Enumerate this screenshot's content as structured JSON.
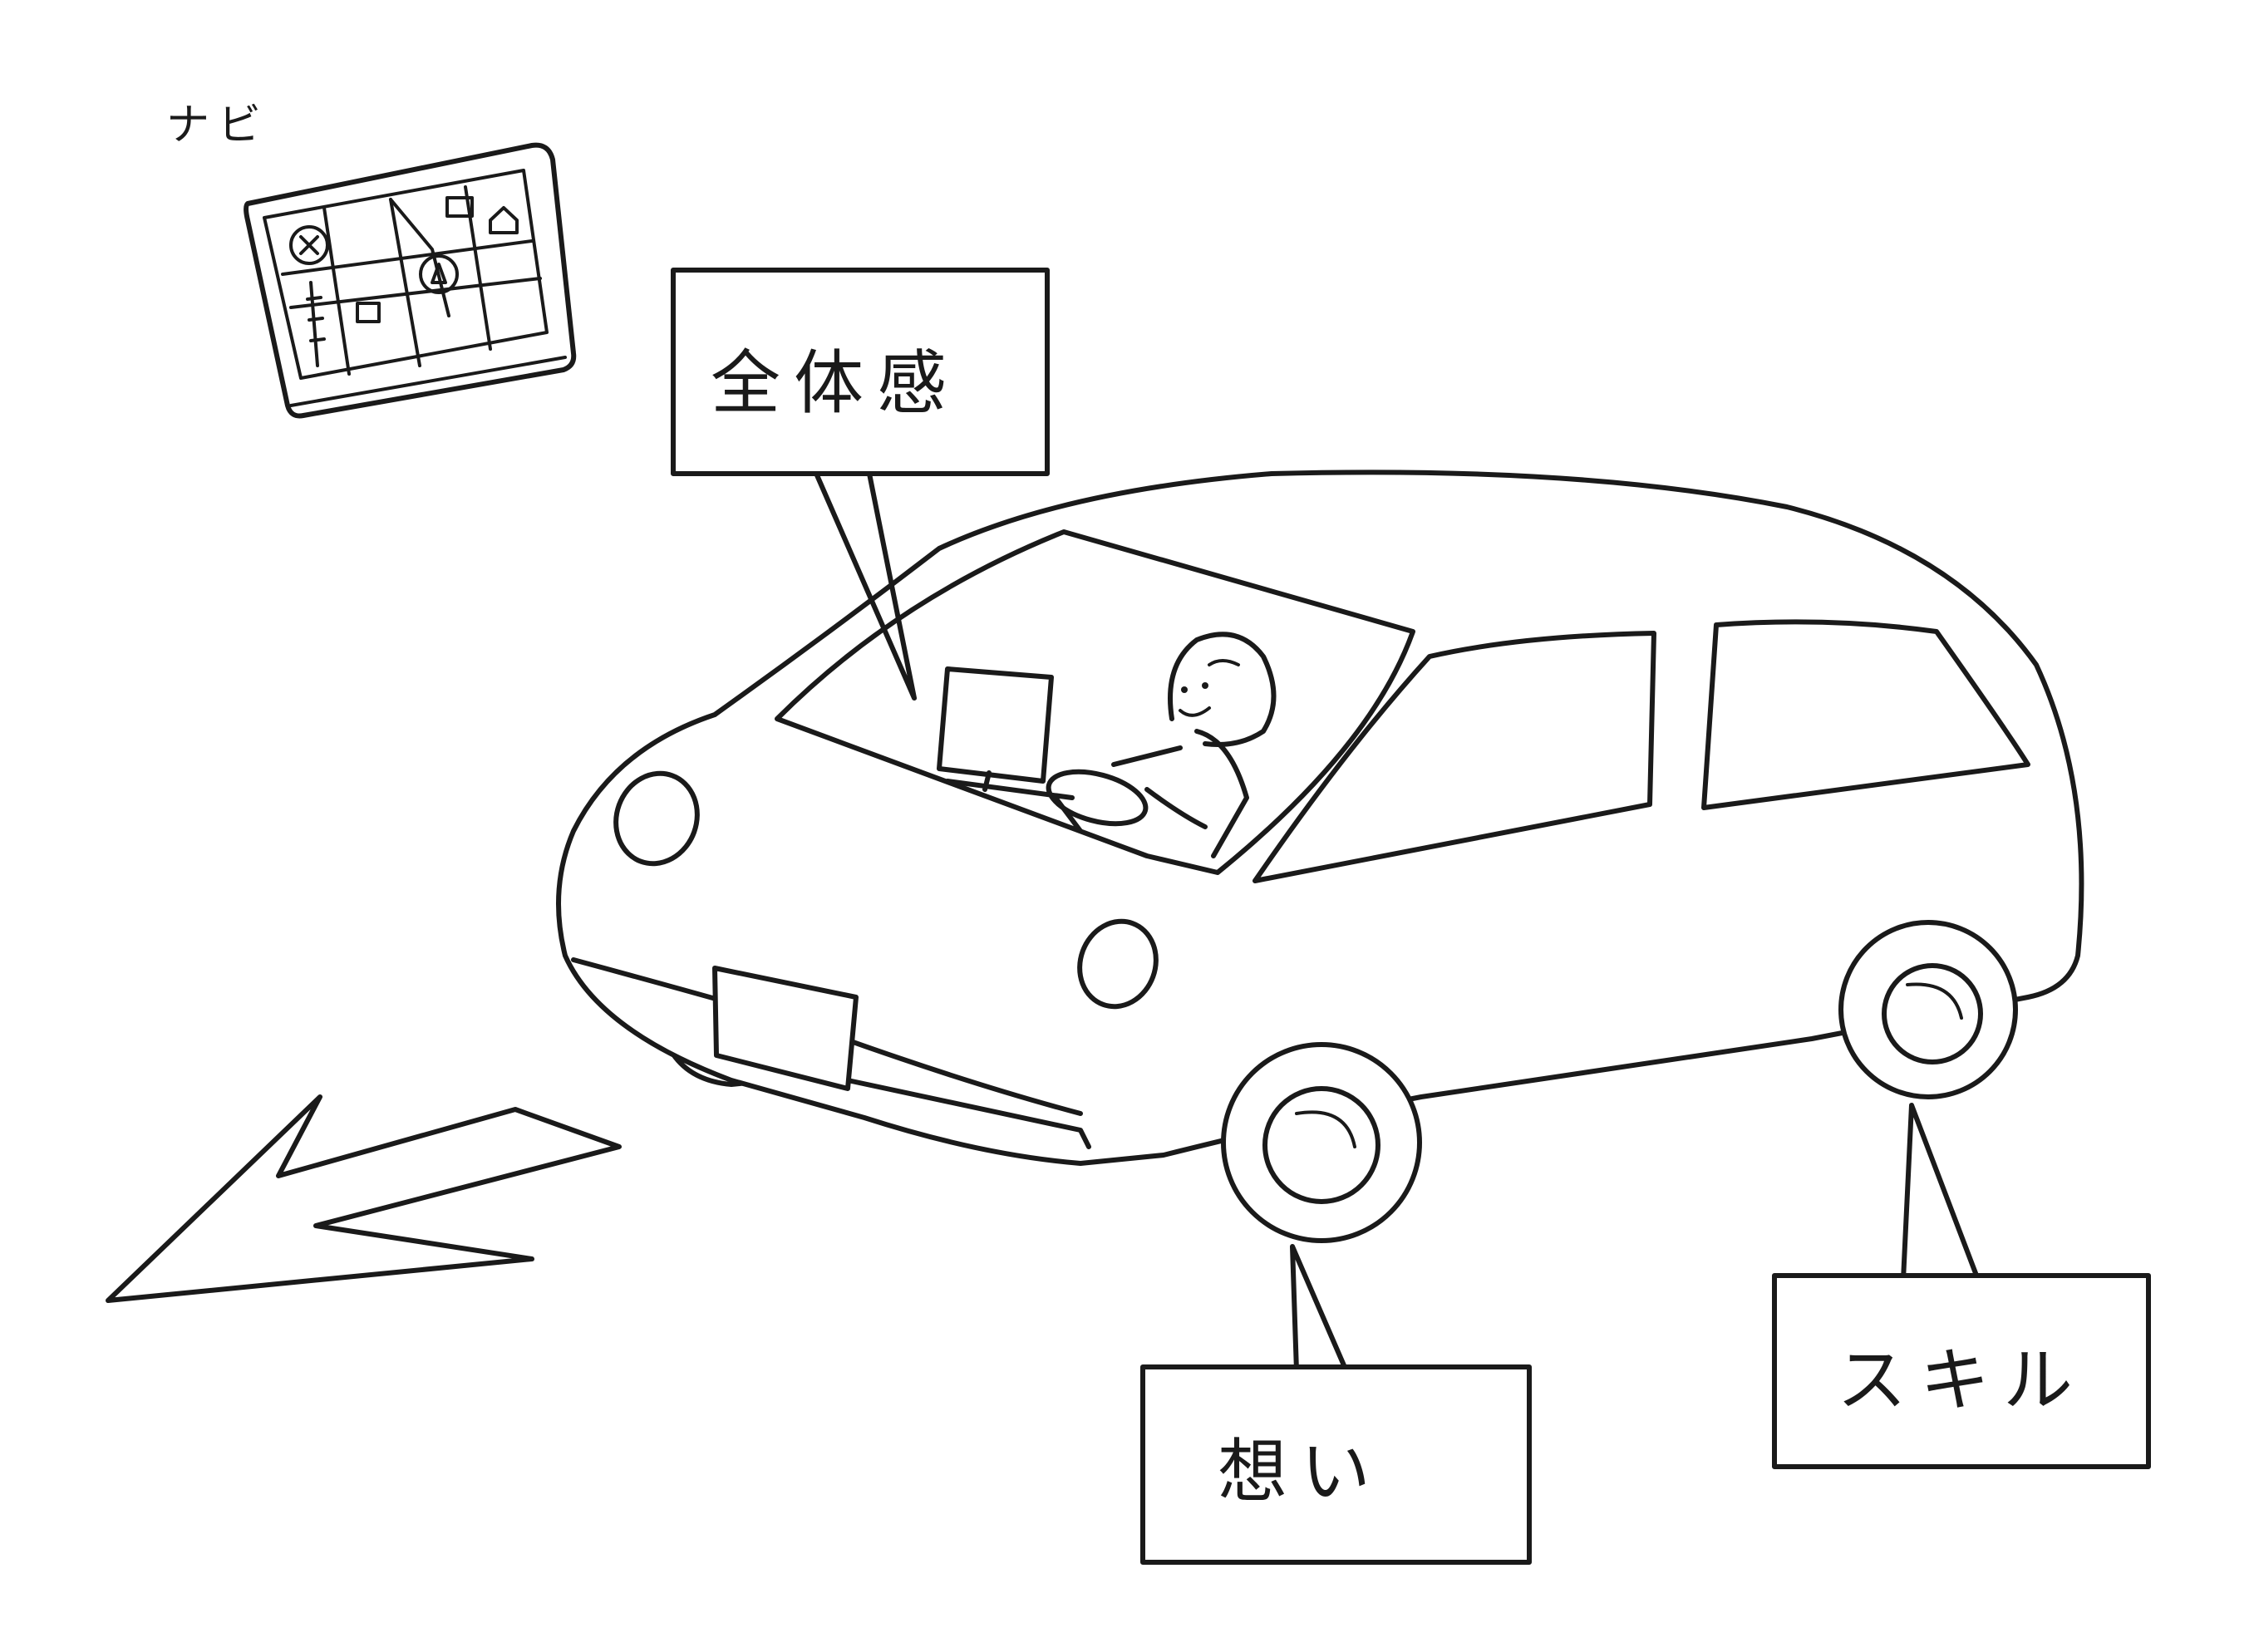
{
  "labels": {
    "navi": "ナビ",
    "overall": "全体感",
    "thoughts": "想い",
    "skill": "スキル"
  },
  "icons": {
    "navigation_device": "gps-navigation-icon",
    "car": "car-illustration",
    "driver": "driver-figure",
    "direction_arrow": "arrow-left-down-icon"
  },
  "colors": {
    "ink": "#1a1a1a",
    "paper": "#ffffff"
  }
}
